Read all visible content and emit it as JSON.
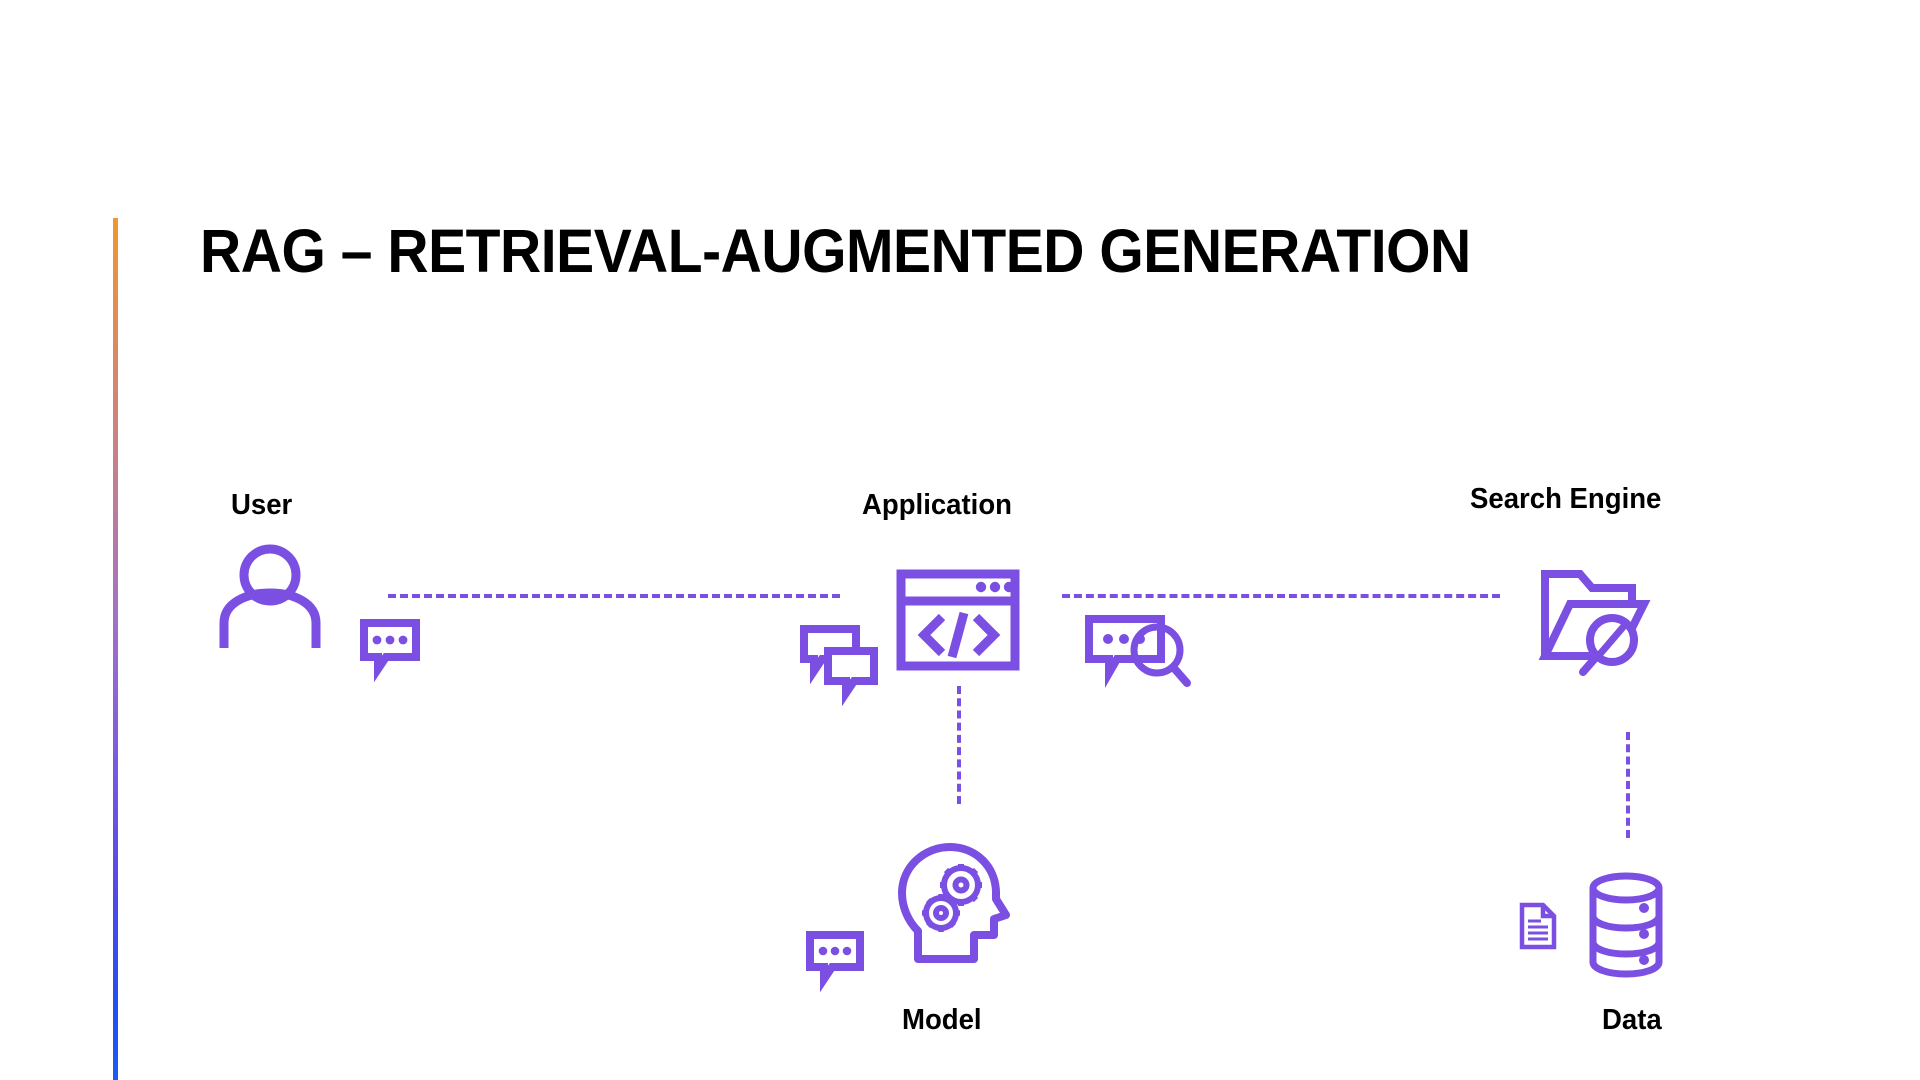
{
  "slide": {
    "title": "RAG – RETRIEVAL-AUGMENTED GENERATION",
    "background_color": "#FFFFFF",
    "title_color": "#000000",
    "accent_bar": {
      "name": "gradient-accent-bar",
      "gradient_stops": [
        "#F0972E",
        "#C47E92",
        "#7E5BE0",
        "#1E5BF5"
      ],
      "direction": "top-to-bottom"
    }
  },
  "diagram": {
    "type": "flow",
    "accent_color": "#7B4FE2",
    "nodes": [
      {
        "id": "user",
        "label": "User",
        "icon": "user-person-icon"
      },
      {
        "id": "application",
        "label": "Application",
        "icon": "browser-code-window-icon"
      },
      {
        "id": "search_engine",
        "label": "Search Engine",
        "icon": "folder-search-icon"
      },
      {
        "id": "model",
        "label": "Model",
        "icon": "head-gears-icon"
      },
      {
        "id": "data",
        "label": "Data",
        "icon": "database-cylinder-icon"
      }
    ],
    "message_icons": [
      {
        "id": "user_message",
        "icon": "speech-bubble-dots-icon",
        "near": "user"
      },
      {
        "id": "app_inbound",
        "icon": "double-speech-bubble-icon",
        "near": "application"
      },
      {
        "id": "app_search_query",
        "icon": "speech-bubble-magnifier-icon",
        "near": "search_engine"
      },
      {
        "id": "model_message",
        "icon": "speech-bubble-dots-icon",
        "near": "model"
      },
      {
        "id": "data_document",
        "icon": "document-lines-icon",
        "near": "data"
      }
    ],
    "connectors": [
      {
        "id": "user-to-application",
        "from": "user",
        "to": "application",
        "style": "dashed",
        "orientation": "horizontal"
      },
      {
        "id": "application-to-search",
        "from": "application",
        "to": "search_engine",
        "style": "dashed",
        "orientation": "horizontal"
      },
      {
        "id": "application-to-model",
        "from": "application",
        "to": "model",
        "style": "dashed",
        "orientation": "vertical"
      },
      {
        "id": "search-to-data",
        "from": "search_engine",
        "to": "data",
        "style": "dashed",
        "orientation": "vertical"
      }
    ]
  }
}
